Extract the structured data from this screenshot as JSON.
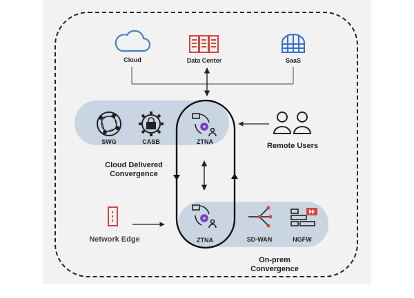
{
  "colors": {
    "cloud_blue": "#4a7fc0",
    "datacenter_red": "#d9433a",
    "saas_blue": "#2f6fd1",
    "purple": "#7b3fbf",
    "band_fill": "#c9d5e2",
    "panel_fill": "#f2f2f2"
  },
  "top": {
    "cloud_label": "Cloud",
    "datacenter_label": "Data Center",
    "saas_label": "SaaS"
  },
  "cloud_band": {
    "swg_label": "SWG",
    "casb_label": "CASB",
    "ztna_label": "ZTNA",
    "title_line1": "Cloud Delivered",
    "title_line2": "Convergence"
  },
  "remote_users_label": "Remote Users",
  "network_edge_label": "Network Edge",
  "onprem_band": {
    "ztna_label": "ZTNA",
    "sdwan_label": "SD-WAN",
    "ngfw_label": "NGFW",
    "title_line1": "On-prem",
    "title_line2": "Convergence"
  }
}
